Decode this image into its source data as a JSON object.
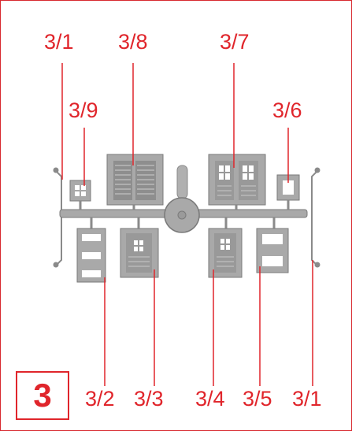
{
  "figure_number": "3",
  "labels": {
    "top": [
      "3/1",
      "3/8",
      "3/7"
    ],
    "middle": [
      "3/9",
      "3/6"
    ],
    "bottom": [
      "3/2",
      "3/3",
      "3/4",
      "3/5",
      "3/1"
    ]
  },
  "colors": {
    "accent": "#e0252b",
    "part_fill": "#a9a9a9",
    "part_dark": "#7a7a7a"
  }
}
